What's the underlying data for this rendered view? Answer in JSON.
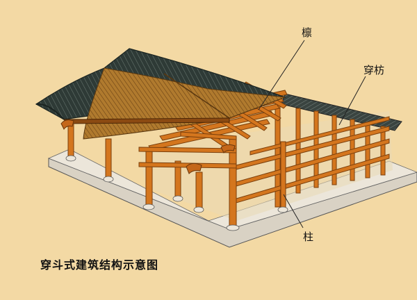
{
  "labels": {
    "lin": "檩",
    "chuanfang": "穿枋",
    "zhu": "柱"
  },
  "caption": "穿斗式建筑结构示意图",
  "colors": {
    "background": "#f3d9a4",
    "tile": "#2e3a36",
    "rafter": "#b07a2e",
    "timber": "#d4761e",
    "plinth": "#e8e2d6"
  }
}
